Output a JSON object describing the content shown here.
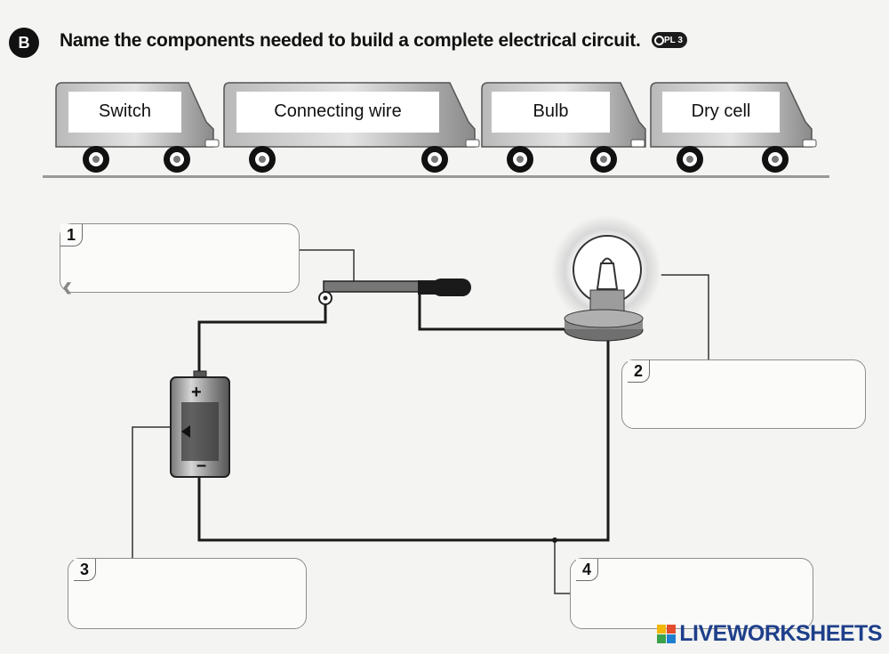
{
  "header": {
    "badge": "B",
    "instruction": "Name the components needed to build a complete electrical circuit.",
    "tag": "PL 3"
  },
  "vans": [
    {
      "label": "Switch"
    },
    {
      "label": "Connecting wire"
    },
    {
      "label": "Bulb"
    },
    {
      "label": "Dry cell"
    }
  ],
  "answer_boxes": [
    {
      "number": "1",
      "value": ""
    },
    {
      "number": "2",
      "value": ""
    },
    {
      "number": "3",
      "value": ""
    },
    {
      "number": "4",
      "value": ""
    }
  ],
  "battery": {
    "plus": "+",
    "minus": "–"
  },
  "footer": {
    "brand": "LIVEWORKSHEETS"
  },
  "colors": {
    "brand": "#1e3f8a",
    "wire": "#1a1a1a",
    "van_body": "#8f8f8f"
  }
}
